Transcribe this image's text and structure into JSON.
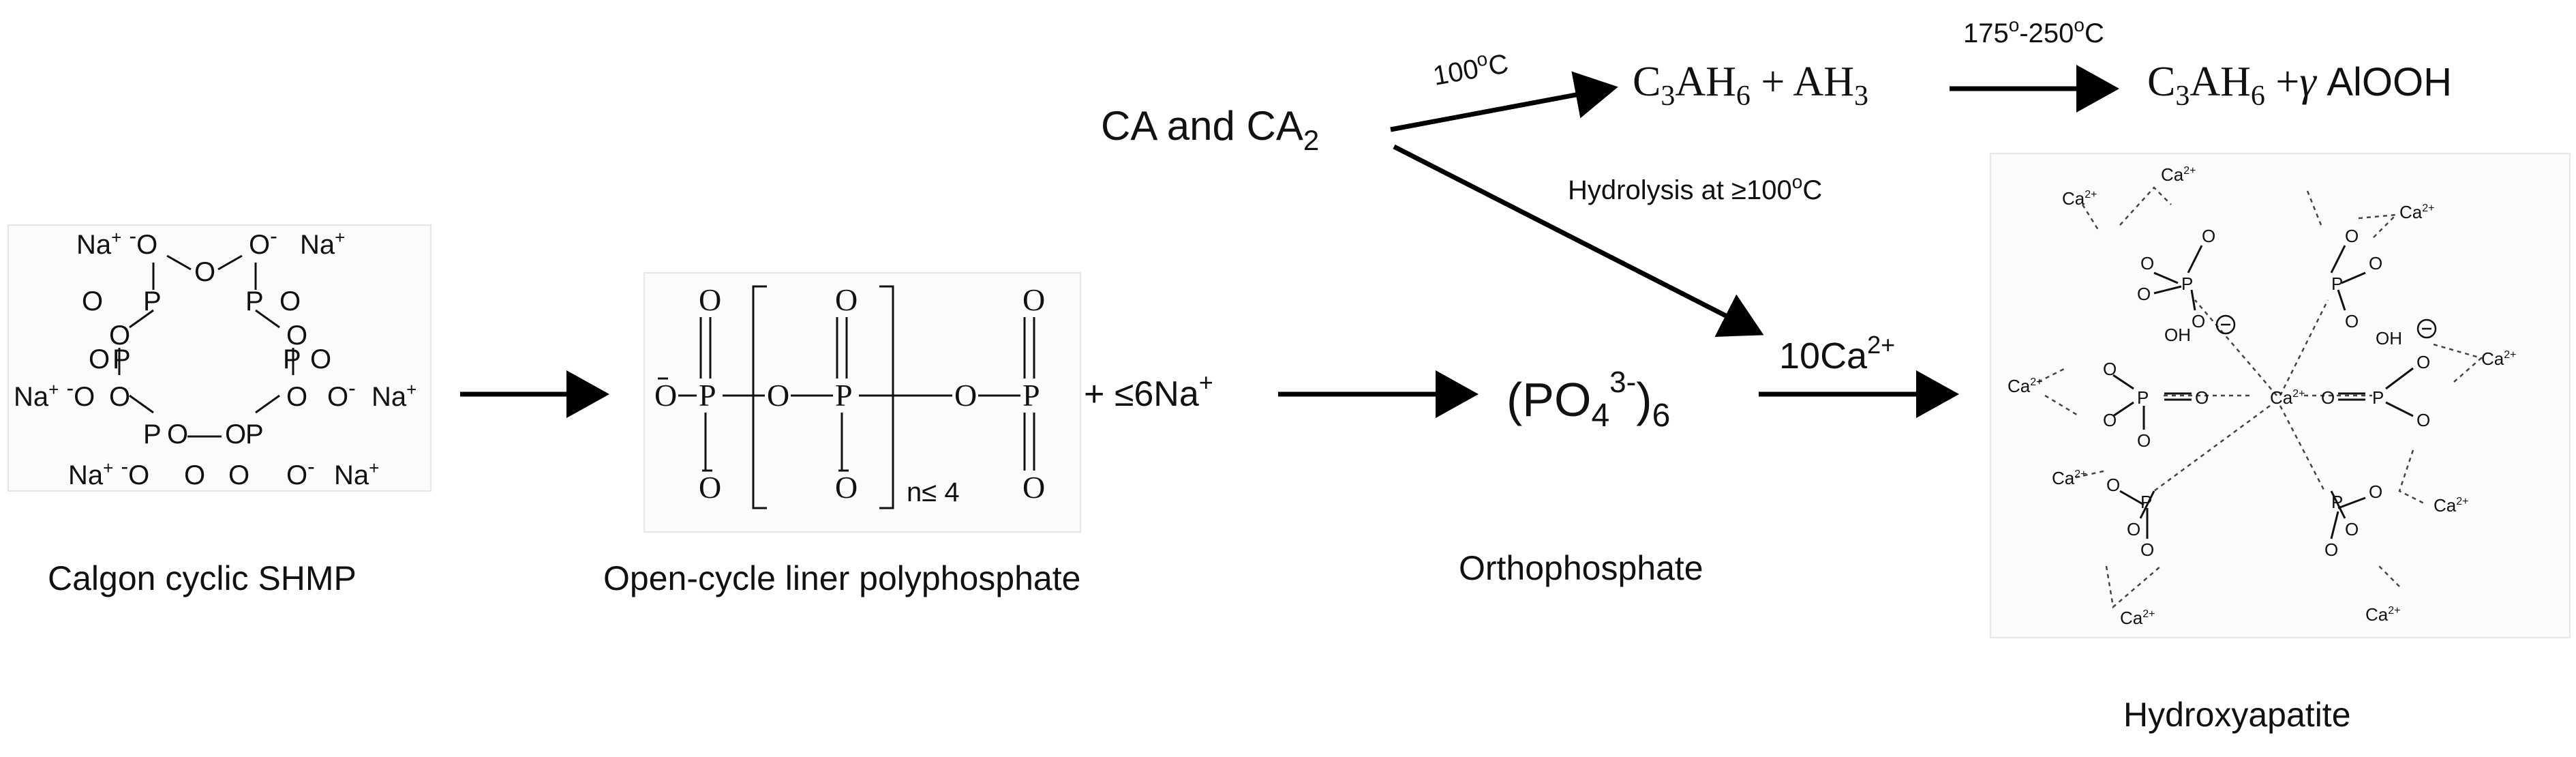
{
  "labels": {
    "shmp": "Calgon cyclic SHMP",
    "polyphosphate": "Open-cycle liner polyphosphate",
    "orthophosphate": "Orthophosphate",
    "hydroxyapatite": "Hydroxyapatite"
  },
  "reactants": {
    "ca_base": "CA and CA",
    "ca_sub": "2",
    "na_plus": "+ ≤6Na",
    "na_sup": "+",
    "ortho_main": "(PO",
    "ortho_sub": "4",
    "ortho_sup": "3-",
    "ortho_close": ")",
    "ortho_sub2": "6"
  },
  "conditions": {
    "temp_100": "100",
    "temp_100_sup": "o",
    "temp_100_unit": "C",
    "temp_range_a": "175",
    "temp_range_sup1": "o",
    "temp_range_b": "-250",
    "temp_range_sup2": "o",
    "temp_range_unit": "C",
    "hydrolysis_a": "Hydrolysis at ≥100",
    "hydrolysis_sup": "o",
    "hydrolysis_unit": "C",
    "ca_ion": "10Ca",
    "ca_ion_sup": "2+"
  },
  "products": {
    "p1_c": "C",
    "p1_c_sub": "3",
    "p1_ah": "AH",
    "p1_ah_sub": "6",
    "p1_plus": "+",
    "p1_ah3": "AH",
    "p1_ah3_sub": "3",
    "p2_c": "C",
    "p2_c_sub": "3",
    "p2_ah": "AH",
    "p2_ah_sub": "6",
    "p2_plus": "+",
    "p2_gamma": "γ",
    "p2_alooh": "AlOOH"
  },
  "shmp_struct": {
    "na": "Na",
    "plus": "+",
    "o": "O",
    "p": "P",
    "ominus": "O",
    "minus": "-"
  },
  "poly_struct": {
    "o": "O",
    "p": "P",
    "n_label": "n≤ 4"
  },
  "hap_struct": {
    "ca": "Ca",
    "ca_sup": "2+",
    "o": "O",
    "p": "P",
    "oh": "OH"
  }
}
